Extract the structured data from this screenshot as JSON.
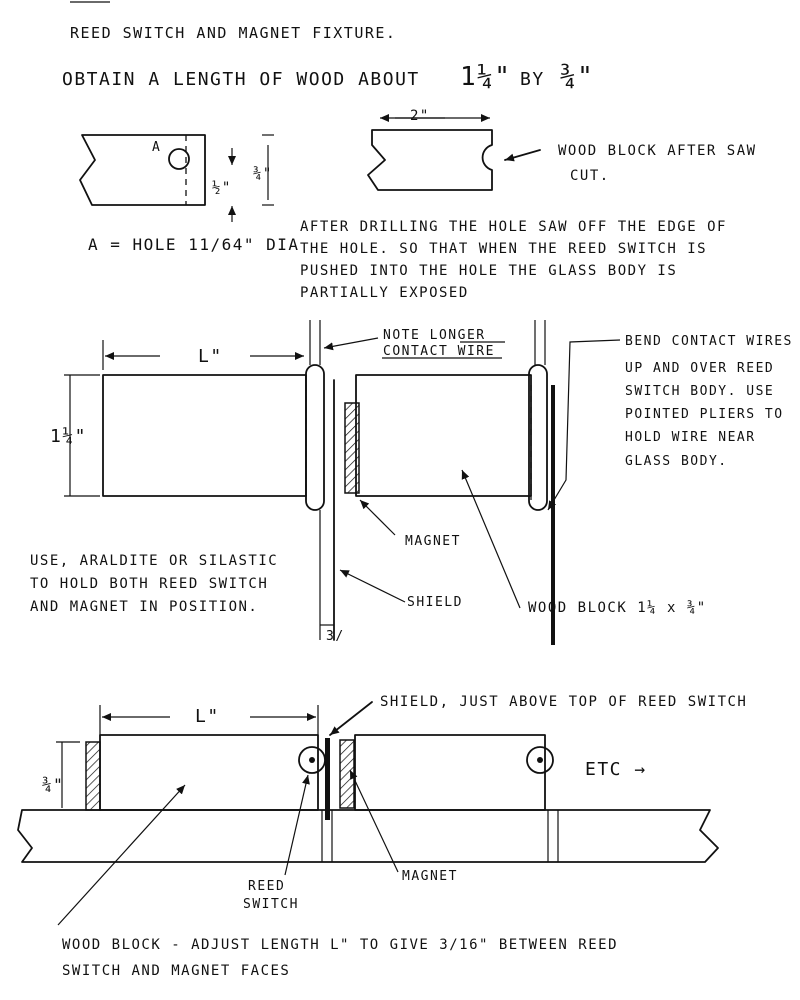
{
  "title": "REED SWITCH AND MAGNET FIXTURE.",
  "intro": "OBTAIN A LENGTH OF WOOD ABOUT",
  "intro_dim_a": "1¼\"",
  "intro_by": "BY",
  "intro_dim_b": "¾\"",
  "fig1": {
    "label_a": "A",
    "dim_half": "½\"",
    "dim_three_quarter": "¾\"",
    "hole_note": "A = HOLE 11/64\" DIA",
    "dim_two_inch": "2\"",
    "after_saw": "WOOD BLOCK AFTER SAW",
    "after_saw_2": "CUT.",
    "drill_note_1": "AFTER DRILLING THE HOLE SAW OFF THE EDGE OF",
    "drill_note_2": "THE HOLE. SO THAT WHEN THE REED SWITCH IS",
    "drill_note_3": "PUSHED INTO THE HOLE THE GLASS BODY IS",
    "drill_note_4": "PARTIALLY EXPOSED"
  },
  "fig2": {
    "dim_L": "L\"",
    "dim_height": "1¼\"",
    "note_longer_1": "NOTE LONGER",
    "note_longer_2": "CONTACT WIRE",
    "bend_1": "BEND CONTACT WIRES",
    "bend_2": "UP AND OVER REED",
    "bend_3": "SWITCH BODY. USE",
    "bend_4": "POINTED PLIERS TO",
    "bend_5": "HOLD WIRE NEAR",
    "bend_6": "GLASS BODY.",
    "magnet": "MAGNET",
    "shield": "SHIELD",
    "wood_block": "WOOD BLOCK 1¼ x ¾\"",
    "dim_gap": "3/",
    "use_1": "USE, ARALDITE OR SILASTIC",
    "use_2": "TO HOLD BOTH REED SWITCH",
    "use_3": "AND MAGNET IN POSITION."
  },
  "fig3": {
    "shield_note": "SHIELD, JUST ABOVE TOP OF REED SWITCH",
    "dim_L": "L\"",
    "dim_three_quarter": "¾\"",
    "etc": "ETC →",
    "reed_switch_1": "REED",
    "reed_switch_2": "SWITCH",
    "magnet": "MAGNET",
    "footer_1": "WOOD BLOCK - ADJUST LENGTH L\" TO GIVE 3/16\" BETWEEN REED",
    "footer_2": "SWITCH AND MAGNET FACES"
  }
}
